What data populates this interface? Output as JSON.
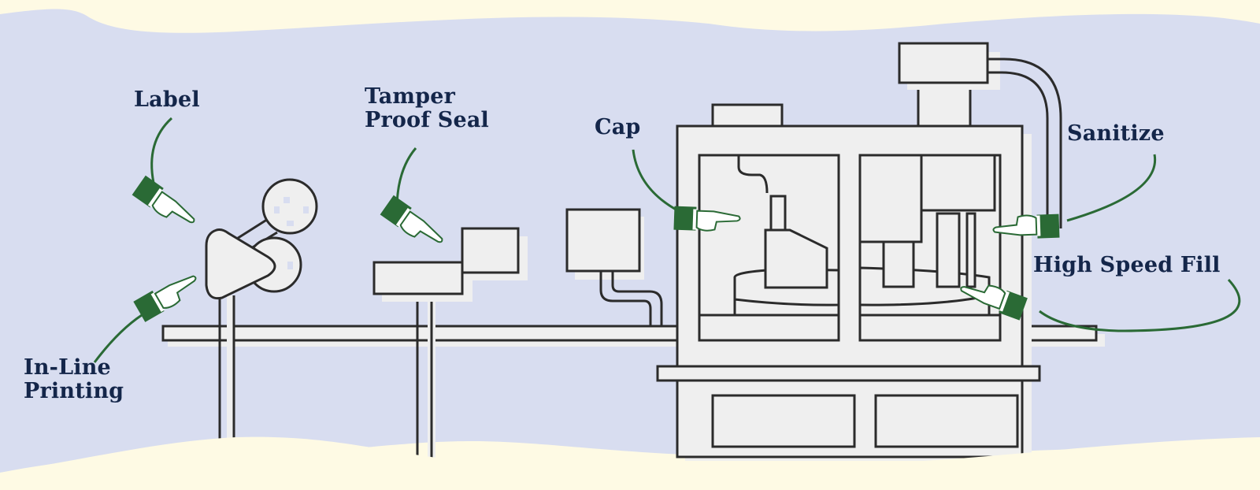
{
  "colors": {
    "background_cream": "#fefae4",
    "panel_lavender": "#d8ddf0",
    "machine_fill": "#efefef",
    "outline": "#2b2b2b",
    "label_navy": "#14264a",
    "pointer_green": "#2a6a35"
  },
  "labels": {
    "label": "Label",
    "in_line_printing": "In-Line\nPrinting",
    "tamper_proof_seal": "Tamper\nProof Seal",
    "cap": "Cap",
    "sanitize": "Sanitize",
    "high_speed_fill": "High Speed Fill"
  },
  "icons": {
    "pointer": "pointing-hand-icon"
  }
}
